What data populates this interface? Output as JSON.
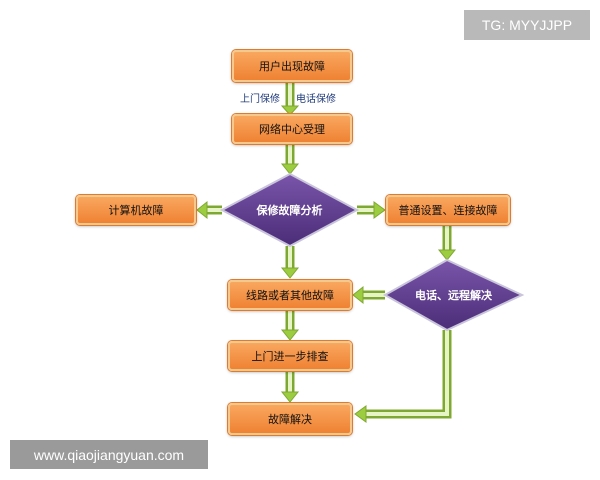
{
  "diagram": {
    "nodes": {
      "user_fault": "用户出现故障",
      "network_center": "网络中心受理",
      "analysis": "保修故障分析",
      "computer_fault": "计算机故障",
      "general_settings": "普通设置、连接故障",
      "remote_solve": "电话、远程解决",
      "line_fault": "线路或者其他故障",
      "onsite_check": "上门进一步排查",
      "resolved": "故障解决"
    },
    "edge_labels": {
      "onsite_repair": "上门保修",
      "phone_repair": "电话保修"
    },
    "colors": {
      "box": "#f08a3a",
      "diamond": "#5e3b8c",
      "arrow": "#9ccc3f"
    }
  },
  "watermarks": {
    "top": "TG: MYYJJPP",
    "bottom": "www.qiaojiangyuan.com"
  }
}
